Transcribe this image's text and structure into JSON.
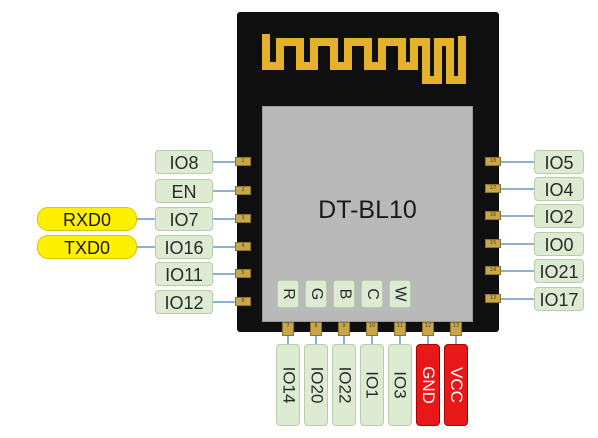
{
  "chip_name": "DT-BL10",
  "left_pins": [
    {
      "label": "IO8",
      "pad": "1"
    },
    {
      "label": "EN",
      "pad": "2"
    },
    {
      "label": "IO7",
      "pad": "3"
    },
    {
      "label": "IO16",
      "pad": "4"
    },
    {
      "label": "IO11",
      "pad": "5"
    },
    {
      "label": "IO12",
      "pad": "6"
    }
  ],
  "right_pins": [
    {
      "label": "IO5",
      "pad": "18"
    },
    {
      "label": "IO4",
      "pad": "17"
    },
    {
      "label": "IO2",
      "pad": "16"
    },
    {
      "label": "IO0",
      "pad": "15"
    },
    {
      "label": "IO21",
      "pad": "14"
    },
    {
      "label": "IO17",
      "pad": "13"
    }
  ],
  "bottom_pins": [
    {
      "label": "IO14",
      "pad": "7",
      "type": "io"
    },
    {
      "label": "IO20",
      "pad": "8",
      "type": "io"
    },
    {
      "label": "IO22",
      "pad": "9",
      "type": "io"
    },
    {
      "label": "IO1",
      "pad": "10",
      "type": "io"
    },
    {
      "label": "IO3",
      "pad": "11",
      "type": "io"
    },
    {
      "label": "GND",
      "pad": "12",
      "type": "power"
    },
    {
      "label": "VCC",
      "pad": "13",
      "type": "power"
    }
  ],
  "indicators": [
    "R",
    "G",
    "B",
    "C",
    "W"
  ],
  "uart_labels": {
    "rx": "RXD0",
    "tx": "TXD0"
  },
  "colors": {
    "chip_body": "#0f0f0f",
    "shield": "#b9b9b9",
    "antenna": "#e3b12a",
    "pin_label_bg": "#ddebd3",
    "uart_label_bg": "#ffef00",
    "power_label_bg": "#e81818",
    "connector_line": "#8cb0d6"
  }
}
